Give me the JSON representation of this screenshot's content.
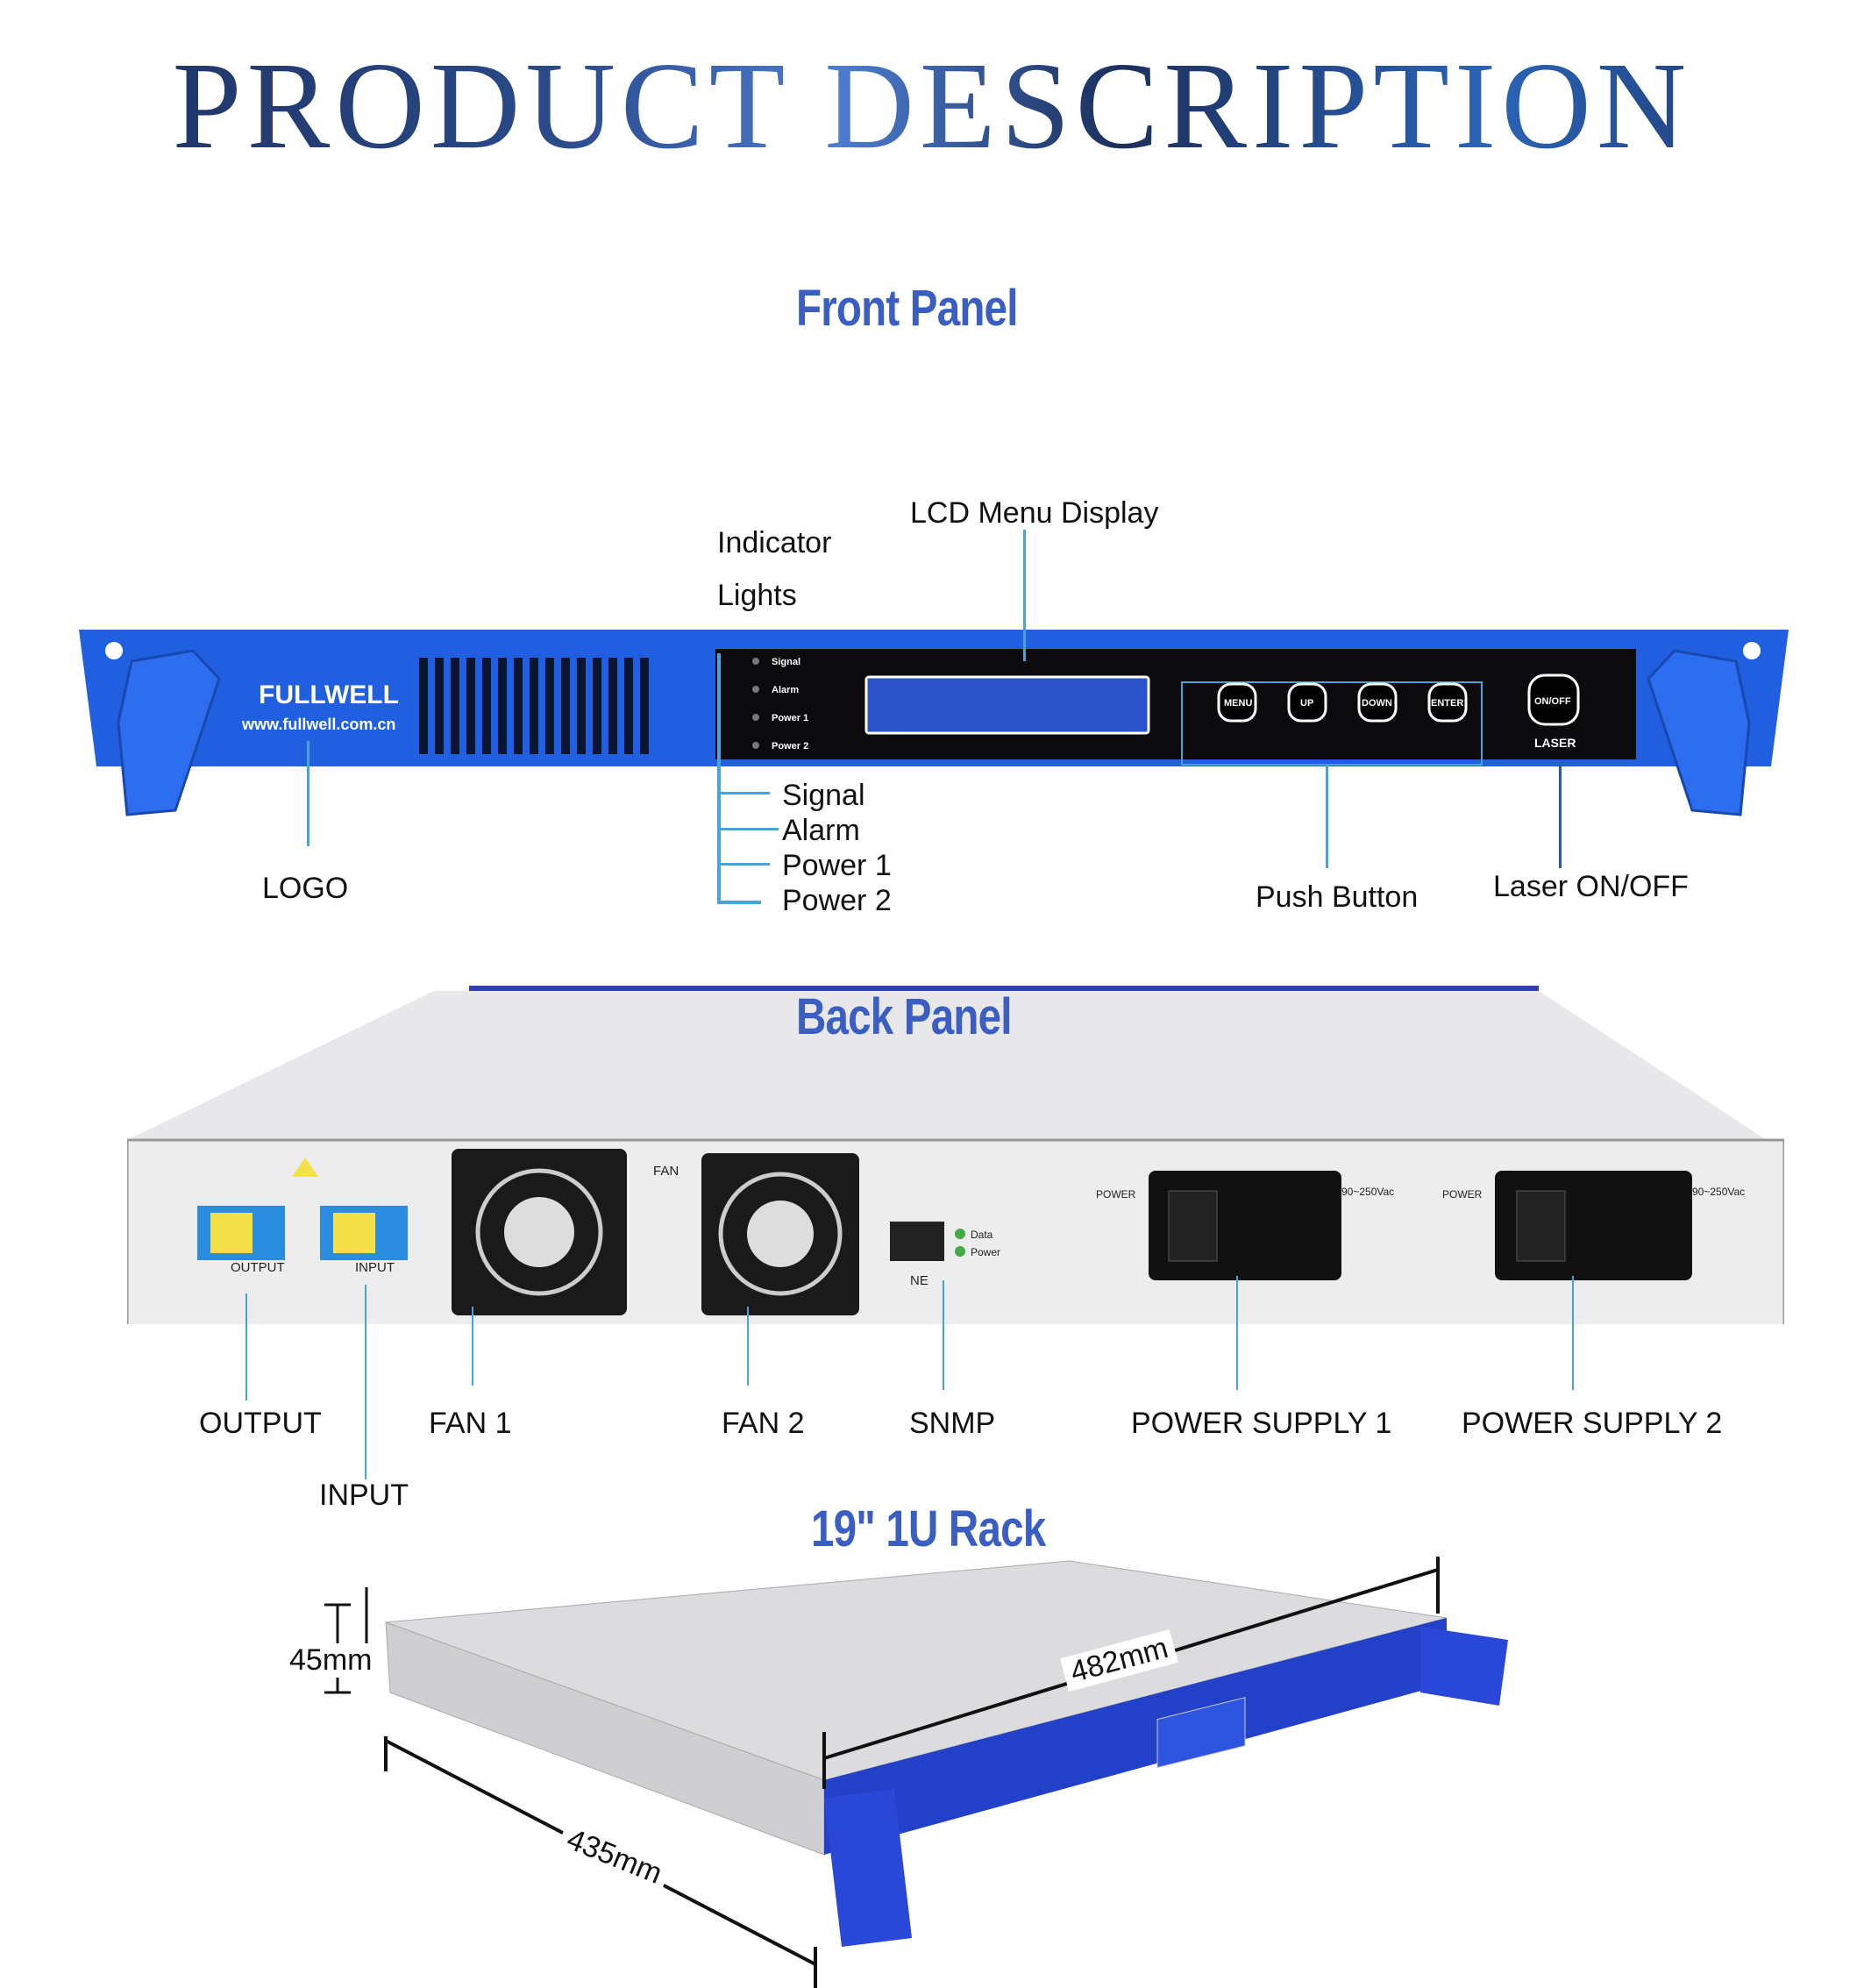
{
  "title": "PRODUCT DESCRIPTION",
  "front_panel": {
    "heading": "Front Panel",
    "callouts": {
      "lcd": "LCD Menu Display",
      "indicator_1": "Indicator",
      "indicator_2": "Lights",
      "logo": "LOGO",
      "push_button": "Push Button",
      "laser": "Laser ON/OFF"
    },
    "indicators": [
      "Signal",
      "Alarm",
      "Power 1",
      "Power 2"
    ],
    "device": {
      "brand": "FULLWELL",
      "url": "www.fullwell.com.cn",
      "buttons": [
        "MENU",
        "UP",
        "DOWN",
        "ENTER"
      ],
      "laser_button": "ON/OFF",
      "laser_label": "LASER"
    }
  },
  "back_panel": {
    "heading": "Back Panel",
    "callouts": [
      "OUTPUT",
      "INPUT",
      "FAN 1",
      "FAN 2",
      "SNMP",
      "POWER SUPPLY 1",
      "POWER SUPPLY 2"
    ],
    "device": {
      "output": "OUTPUT",
      "input": "INPUT",
      "fan": "FAN",
      "ne": "NE",
      "data": "Data",
      "power": "Power",
      "power_label": "POWER",
      "voltage": "90~250Vac"
    }
  },
  "rack": {
    "heading": "19\" 1U Rack",
    "height": "45mm",
    "width": "482mm",
    "depth": "435mm"
  },
  "colors": {
    "accent": "#3a5ec2",
    "device_blue": "#1f5fe0",
    "callout_line": "#4aa3d8"
  }
}
